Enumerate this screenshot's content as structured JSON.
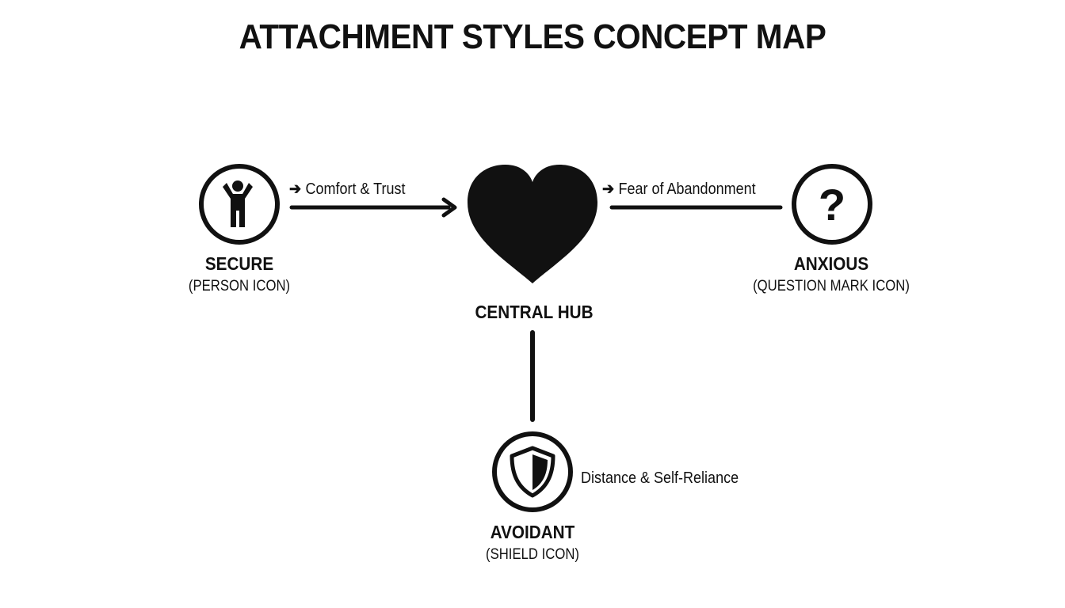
{
  "title": "ATTACHMENT STYLES CONCEPT MAP",
  "nodes": {
    "secure": {
      "name": "SECURE",
      "subtitle": "(PERSON ICON)",
      "icon": "person-icon"
    },
    "hub": {
      "name": "CENTRAL HUB",
      "icon": "heart-icon"
    },
    "anxious": {
      "name": "ANXIOUS",
      "subtitle": "(QUESTION MARK ICON)",
      "icon": "question-mark-icon",
      "glyph": "?"
    },
    "avoidant": {
      "name": "AVOIDANT",
      "subtitle": "(SHIELD ICON)",
      "icon": "shield-icon"
    }
  },
  "edges": {
    "secure_to_hub": {
      "label": "Comfort & Trust",
      "marker": "➔"
    },
    "hub_to_anxious": {
      "label": "Fear of Abandonment",
      "marker": "➔"
    },
    "hub_to_avoidant": {
      "label": "Distance & Self-Reliance"
    }
  },
  "colors": {
    "ink": "#111111",
    "background": "#ffffff"
  }
}
